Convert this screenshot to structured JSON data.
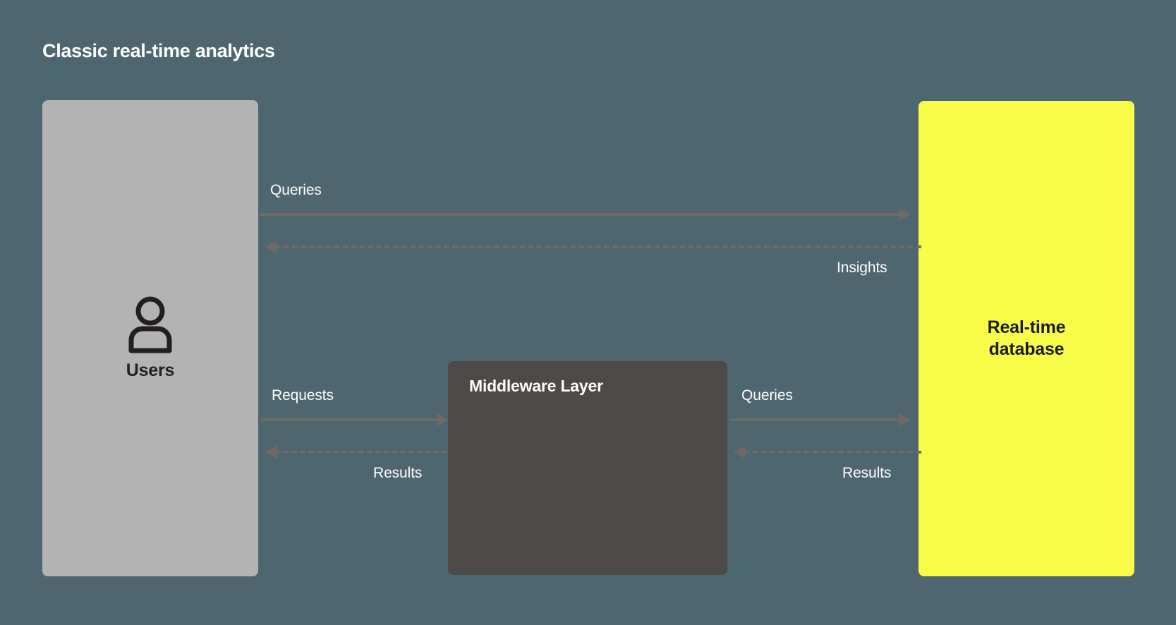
{
  "diagram": {
    "title": "Classic real-time analytics",
    "background_color": "#4d6670",
    "nodes": [
      {
        "id": "users",
        "label": "Users",
        "icon": "user-icon",
        "fill": "#b3b3b3",
        "text_color": "#231f20"
      },
      {
        "id": "middleware",
        "label": "Middleware Layer",
        "fill": "#4d4a47",
        "text_color": "#ffffff"
      },
      {
        "id": "database",
        "label": "Real-time\ndatabase",
        "fill": "#f9fc48",
        "text_color": "#1c1c1c"
      }
    ],
    "edges": [
      {
        "id": "users-to-db-queries",
        "label": "Queries",
        "from": "users",
        "to": "database",
        "style": "solid",
        "direction": "right",
        "color": "#6f6a66"
      },
      {
        "id": "db-to-users-insights",
        "label": "Insights",
        "from": "database",
        "to": "users",
        "style": "dashed",
        "direction": "left",
        "color": "#6f6a66"
      },
      {
        "id": "users-to-middleware-requests",
        "label": "Requests",
        "from": "users",
        "to": "middleware",
        "style": "solid",
        "direction": "right",
        "color": "#6f6a66"
      },
      {
        "id": "middleware-to-users-results",
        "label": "Results",
        "from": "middleware",
        "to": "users",
        "style": "dashed",
        "direction": "left",
        "color": "#6f6a66"
      },
      {
        "id": "middleware-to-db-queries",
        "label": "Queries",
        "from": "middleware",
        "to": "database",
        "style": "solid",
        "direction": "right",
        "color": "#6f6a66"
      },
      {
        "id": "db-to-middleware-results",
        "label": "Results",
        "from": "database",
        "to": "middleware",
        "style": "dashed",
        "direction": "left",
        "color": "#6f6a66"
      }
    ]
  }
}
